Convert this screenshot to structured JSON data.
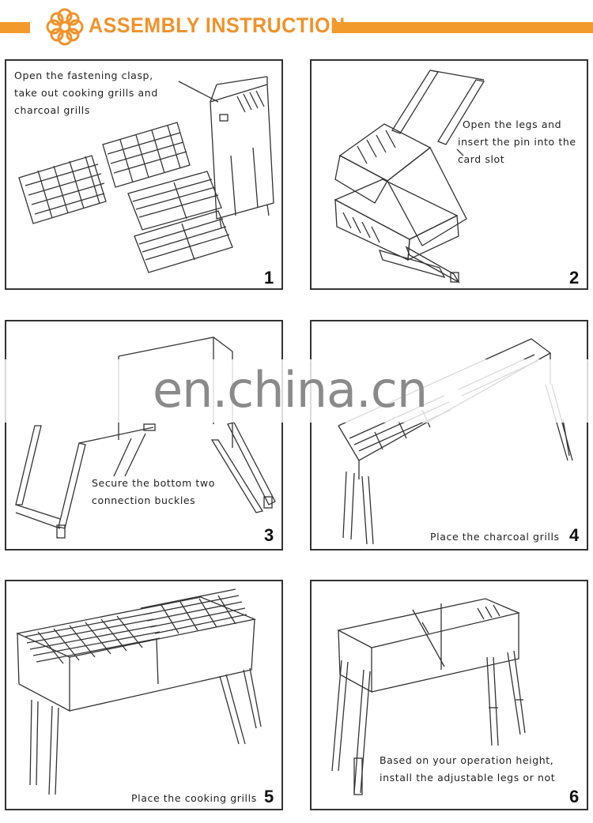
{
  "header": {
    "title": "ASSEMBLY INSTRUCTION",
    "accent_color": "#f39a2c",
    "logo_icon": "knot-flower-icon"
  },
  "steps": [
    {
      "number": "1",
      "lines": [
        "Open the fastening clasp,",
        "take out cooking grills and",
        "charcoal grills"
      ]
    },
    {
      "number": "2",
      "lines": [
        "Open the legs and",
        "insert the pin into the",
        "card slot"
      ]
    },
    {
      "number": "3",
      "lines": [
        "Secure the bottom two",
        "connection buckles"
      ]
    },
    {
      "number": "4",
      "lines": [
        "Place the charcoal grills"
      ]
    },
    {
      "number": "5",
      "lines": [
        "Place the cooking grills"
      ]
    },
    {
      "number": "6",
      "lines": [
        "Based on your operation height,",
        "install the adjustable legs or not"
      ]
    }
  ],
  "watermark": "en.china.cn"
}
